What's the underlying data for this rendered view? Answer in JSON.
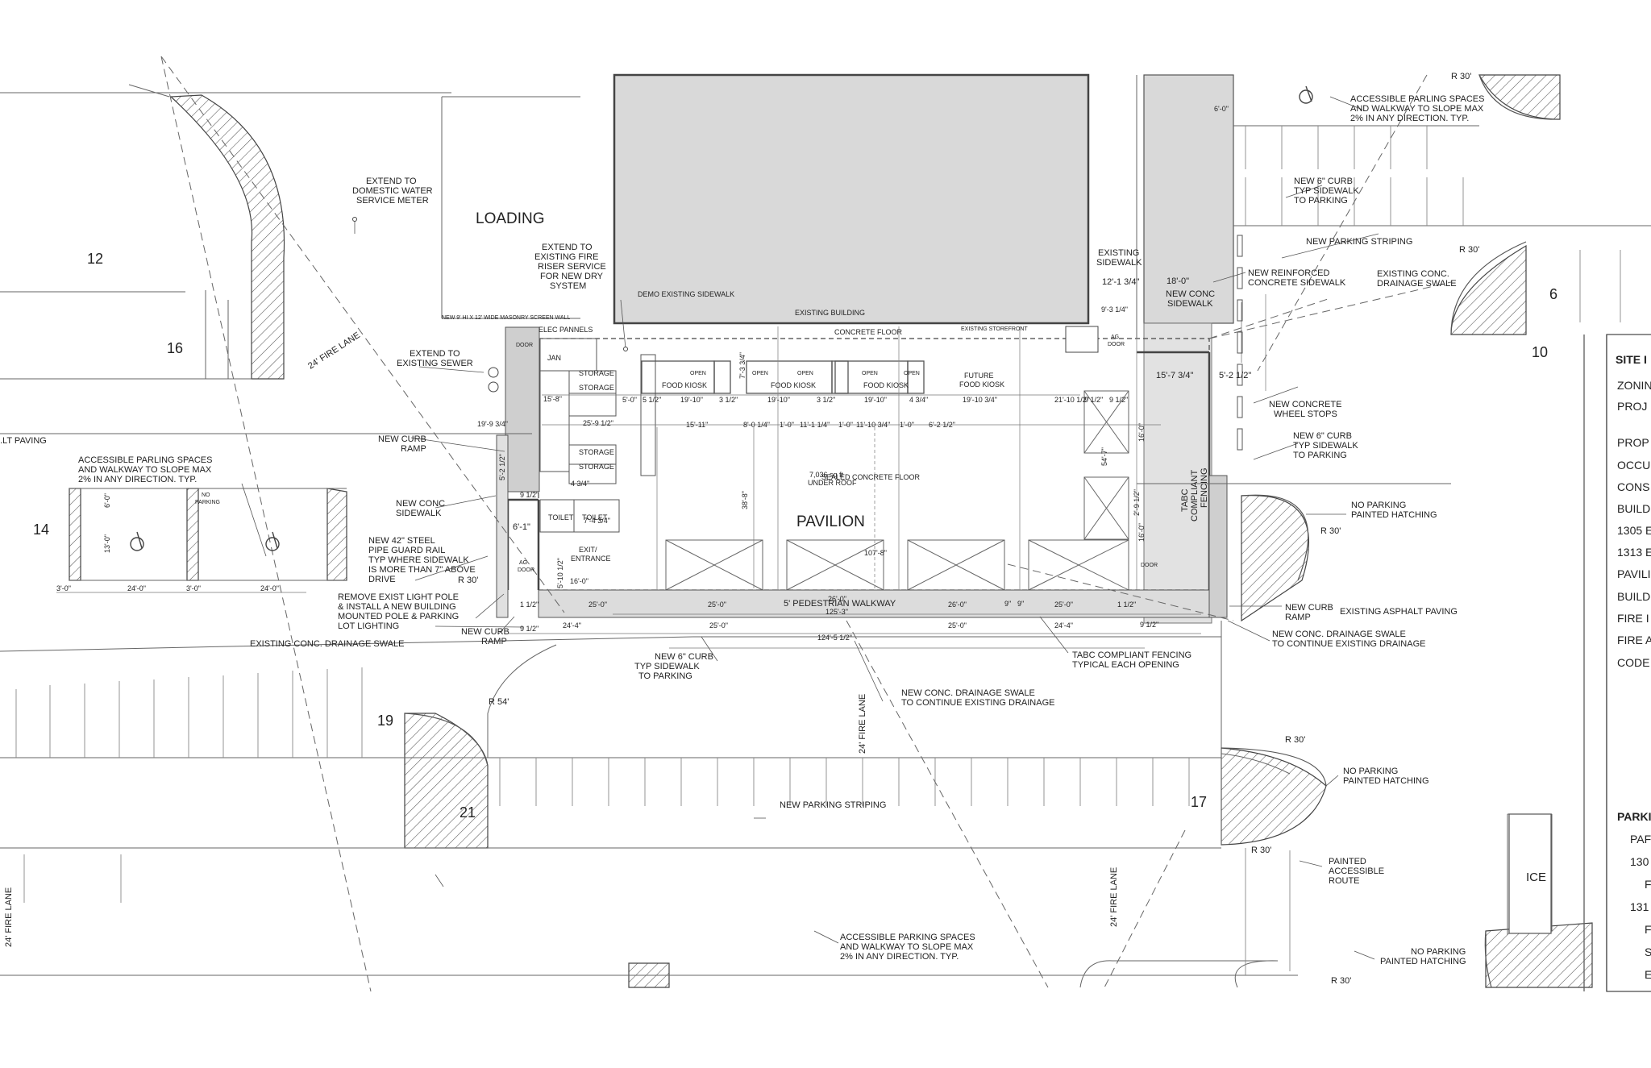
{
  "colors": {
    "line": "#4a4a4a",
    "building_fill": "#d9d9d9",
    "walk_fill": "#dcdcdc",
    "hatch": "#555555",
    "paper": "#ffffff"
  },
  "rooms": {
    "loading": "LOADING",
    "pavilion": "PAVILION",
    "storage": "STORAGE",
    "toilet": "TOILET",
    "jan": "JAN",
    "food_kiosk": "FOOD KIOSK",
    "future_food_kiosk": [
      "FUTURE",
      "FOOD KIOSK"
    ],
    "open": "OPEN",
    "exit": [
      "EXIT/",
      "ENTRANCE"
    ],
    "ice": "ICE",
    "elec": "ELEC PANNELS",
    "door": "DOOR",
    "ag_door": [
      "AG",
      "DOOR"
    ],
    "area": [
      "7,036 sq ft",
      "UNDER ROOF"
    ]
  },
  "parking_numbers": [
    "12",
    "16",
    "14",
    "19",
    "21",
    "17",
    "6",
    "10"
  ],
  "vertical": {
    "fire_lane": "24' FIRE LANE",
    "tabc": [
      "TABC",
      "COMPLIANT",
      "FENCING"
    ]
  },
  "notes": {
    "extend_water": [
      "EXTEND TO",
      "DOMESTIC WATER",
      "SERVICE METER"
    ],
    "extend_fire": [
      "EXTEND TO",
      "EXISTING FIRE",
      "RISER SERVICE",
      "FOR NEW DRY",
      "SYSTEM"
    ],
    "demo_sidewalk": "DEMO EXISTING SIDEWALK",
    "existing_building": "EXISTING BUILDING",
    "concrete_floor": "CONCRETE FLOOR",
    "existing_storefront": "EXISTING STOREFRONT",
    "masonry_wall": "NEW 9' HI X 12' WIDE MASONRY SCREEN WALL",
    "extend_sewer": [
      "EXTEND TO",
      "EXISTING SEWER"
    ],
    "fire_lane_diag": "24' FIRE LANE",
    "asphalt_left": ".LT PAVING",
    "new_curb_ramp": [
      "NEW CURB",
      "RAMP"
    ],
    "accessible_left": [
      "ACCESSIBLE PARLING SPACES",
      "AND WALKWAY TO SLOPE MAX",
      "2% IN ANY DIRECTION. TYP."
    ],
    "no_parking_small": [
      "NO",
      "PARKING"
    ],
    "new_conc_sidewalk": [
      "NEW CONC",
      "SIDEWALK"
    ],
    "sealed_floor": "SEALED CONCRETE FLOOR",
    "pipe_guard": [
      "NEW 42\"  STEEL",
      "PIPE GUARD RAIL",
      "TYP WHERE SIDEWALK",
      "IS MORE THAN 7\" ABOVE",
      "DRIVE"
    ],
    "remove_pole": [
      "REMOVE EXIST LIGHT POLE",
      "& INSTALL A NEW BUILDING",
      "MOUNTED POLE & PARKING",
      "LOT LIGHTING"
    ],
    "drainage_swale": "EXISTING CONC. DRAINAGE SWALE",
    "new_curb_ramp_2": [
      "NEW CURB",
      "RAMP"
    ],
    "new_6_curb": [
      "NEW 6\" CURB",
      "TYP SIDEWALK",
      "TO PARKING"
    ],
    "pedestrian_walkway": "5' PEDESTRIAN WALKWAY",
    "new_drainage": [
      "NEW CONC. DRAINAGE SWALE",
      "TO CONTINUE EXISTING DRAINAGE"
    ],
    "tabc_fencing": [
      "TABC COMPLIANT FENCING",
      "TYPICAL EACH OPENING"
    ],
    "existing_sidewalk": [
      "EXISTING",
      "SIDEWALK"
    ],
    "new_conc_sidewalk_r": [
      "NEW CONC",
      "SIDEWALK"
    ],
    "accessible_top_right": [
      "ACCESSIBLE PARLING SPACES",
      "AND WALKWAY TO SLOPE MAX",
      "2% IN ANY DIRECTION. TYP."
    ],
    "new_6_curb_tr": [
      "NEW 6\" CURB",
      "TYP SIDEWALK",
      "TO PARKING"
    ],
    "new_parking_striping": "NEW PARKING STRIPING",
    "new_reinforced": [
      "NEW REINFORCED",
      "CONCRETE SIDEWALK"
    ],
    "existing_drainage_r": [
      "EXISTING CONC.",
      "DRAINAGE SWALE"
    ],
    "wheel_stops": [
      "NEW CONCRETE",
      "WHEEL STOPS"
    ],
    "new_6_curb_r": [
      "NEW 6\" CURB",
      "TYP SIDEWALK",
      "TO PARKING"
    ],
    "no_parking_hatch": [
      "NO PARKING",
      "PAINTED HATCHING"
    ],
    "new_curb_ramp_r": [
      "NEW CURB",
      "RAMP"
    ],
    "existing_asphalt": "EXISTING ASPHALT PAVING",
    "new_drainage_r": [
      "NEW CONC. DRAINAGE SWALE",
      "TO CONTINUE EXISTING DRAINAGE"
    ],
    "new_parking_striping_2": "NEW PARKING STRIPING",
    "no_parking_hatch_2": [
      "NO PARKING",
      "PAINTED HATCHING"
    ],
    "painted_route": [
      "PAINTED",
      "ACCESSIBLE",
      "ROUTE"
    ],
    "accessible_bottom": [
      "ACCESSIBLE PARKING SPACES",
      "AND WALKWAY TO SLOPE MAX",
      "2% IN ANY DIRECTION. TYP."
    ],
    "no_parking_hatch_3": [
      "NO PARKING",
      "PAINTED HATCHING"
    ]
  },
  "radii": {
    "r30": "R 30'",
    "r54": "R 54'"
  },
  "dims": {
    "d1": "19'-9 3/4\"",
    "d2": "25'-9 1/2\"",
    "d3": "15'-8\"",
    "d4": "5'-0\"",
    "d5": "5 1/2\"",
    "d6": "19'-10\"",
    "d7": "3 1/2\"",
    "d8": "4 3/4\"",
    "d9": "19'-10 3/4\"",
    "d10": "21'-10 1/2\"",
    "d11": "9 1/2\"",
    "d12": "15'-11\"",
    "d13": "8'-0 1/4\"",
    "d14": "1'-0\"",
    "d15": "11'-1 1/4\"",
    "d16": "11'-10 3/4\"",
    "d17": "6'-2 1/2\"",
    "d18": "38'-8\"",
    "d19": "107'-8\"",
    "d20": "25'-0\"",
    "d21": "26'-0\"",
    "d22": "125'-3\"",
    "d23": "24'-4\"",
    "d24": "124'-5 1/2\"",
    "d25": "1 1/2\"",
    "d26": "6'-1\"",
    "d27": "16'-0\"",
    "d28": "7'-4 3/4\"",
    "d29": "12'-1 3/4\"",
    "d30": "9'-3 1/4\"",
    "d31": "18'-0\"",
    "d32": "15'-7 3/4\"",
    "d33": "5'-2 1/2\"",
    "d34": "54'-7\"",
    "d35": "24'-0\"",
    "d36": "3'-0\"",
    "d37": "13'-0\"",
    "d38": "6'-0\"",
    "d39": "9 1/2\"",
    "d40": "5'-2 1/2\"",
    "d41": "7'-3 3/4\"",
    "d42": "2'-9 1/2\"",
    "d43": "9\"",
    "d44": "4 3/4\"",
    "d45": "5'-10 1/2\""
  },
  "site_info": {
    "title": "SITE I",
    "rows": [
      "ZONIN",
      "PROJ",
      "PROP",
      "OCCU",
      "CONS",
      "BUILD",
      "1305 E",
      "1313 E",
      "PAVILI",
      "BUILD",
      "FIRE I",
      "FIRE A",
      "CODE"
    ],
    "park_title": "PARKI",
    "park_rows": [
      "PAF",
      "130",
      "F",
      "131",
      "F",
      "S",
      "E"
    ]
  }
}
